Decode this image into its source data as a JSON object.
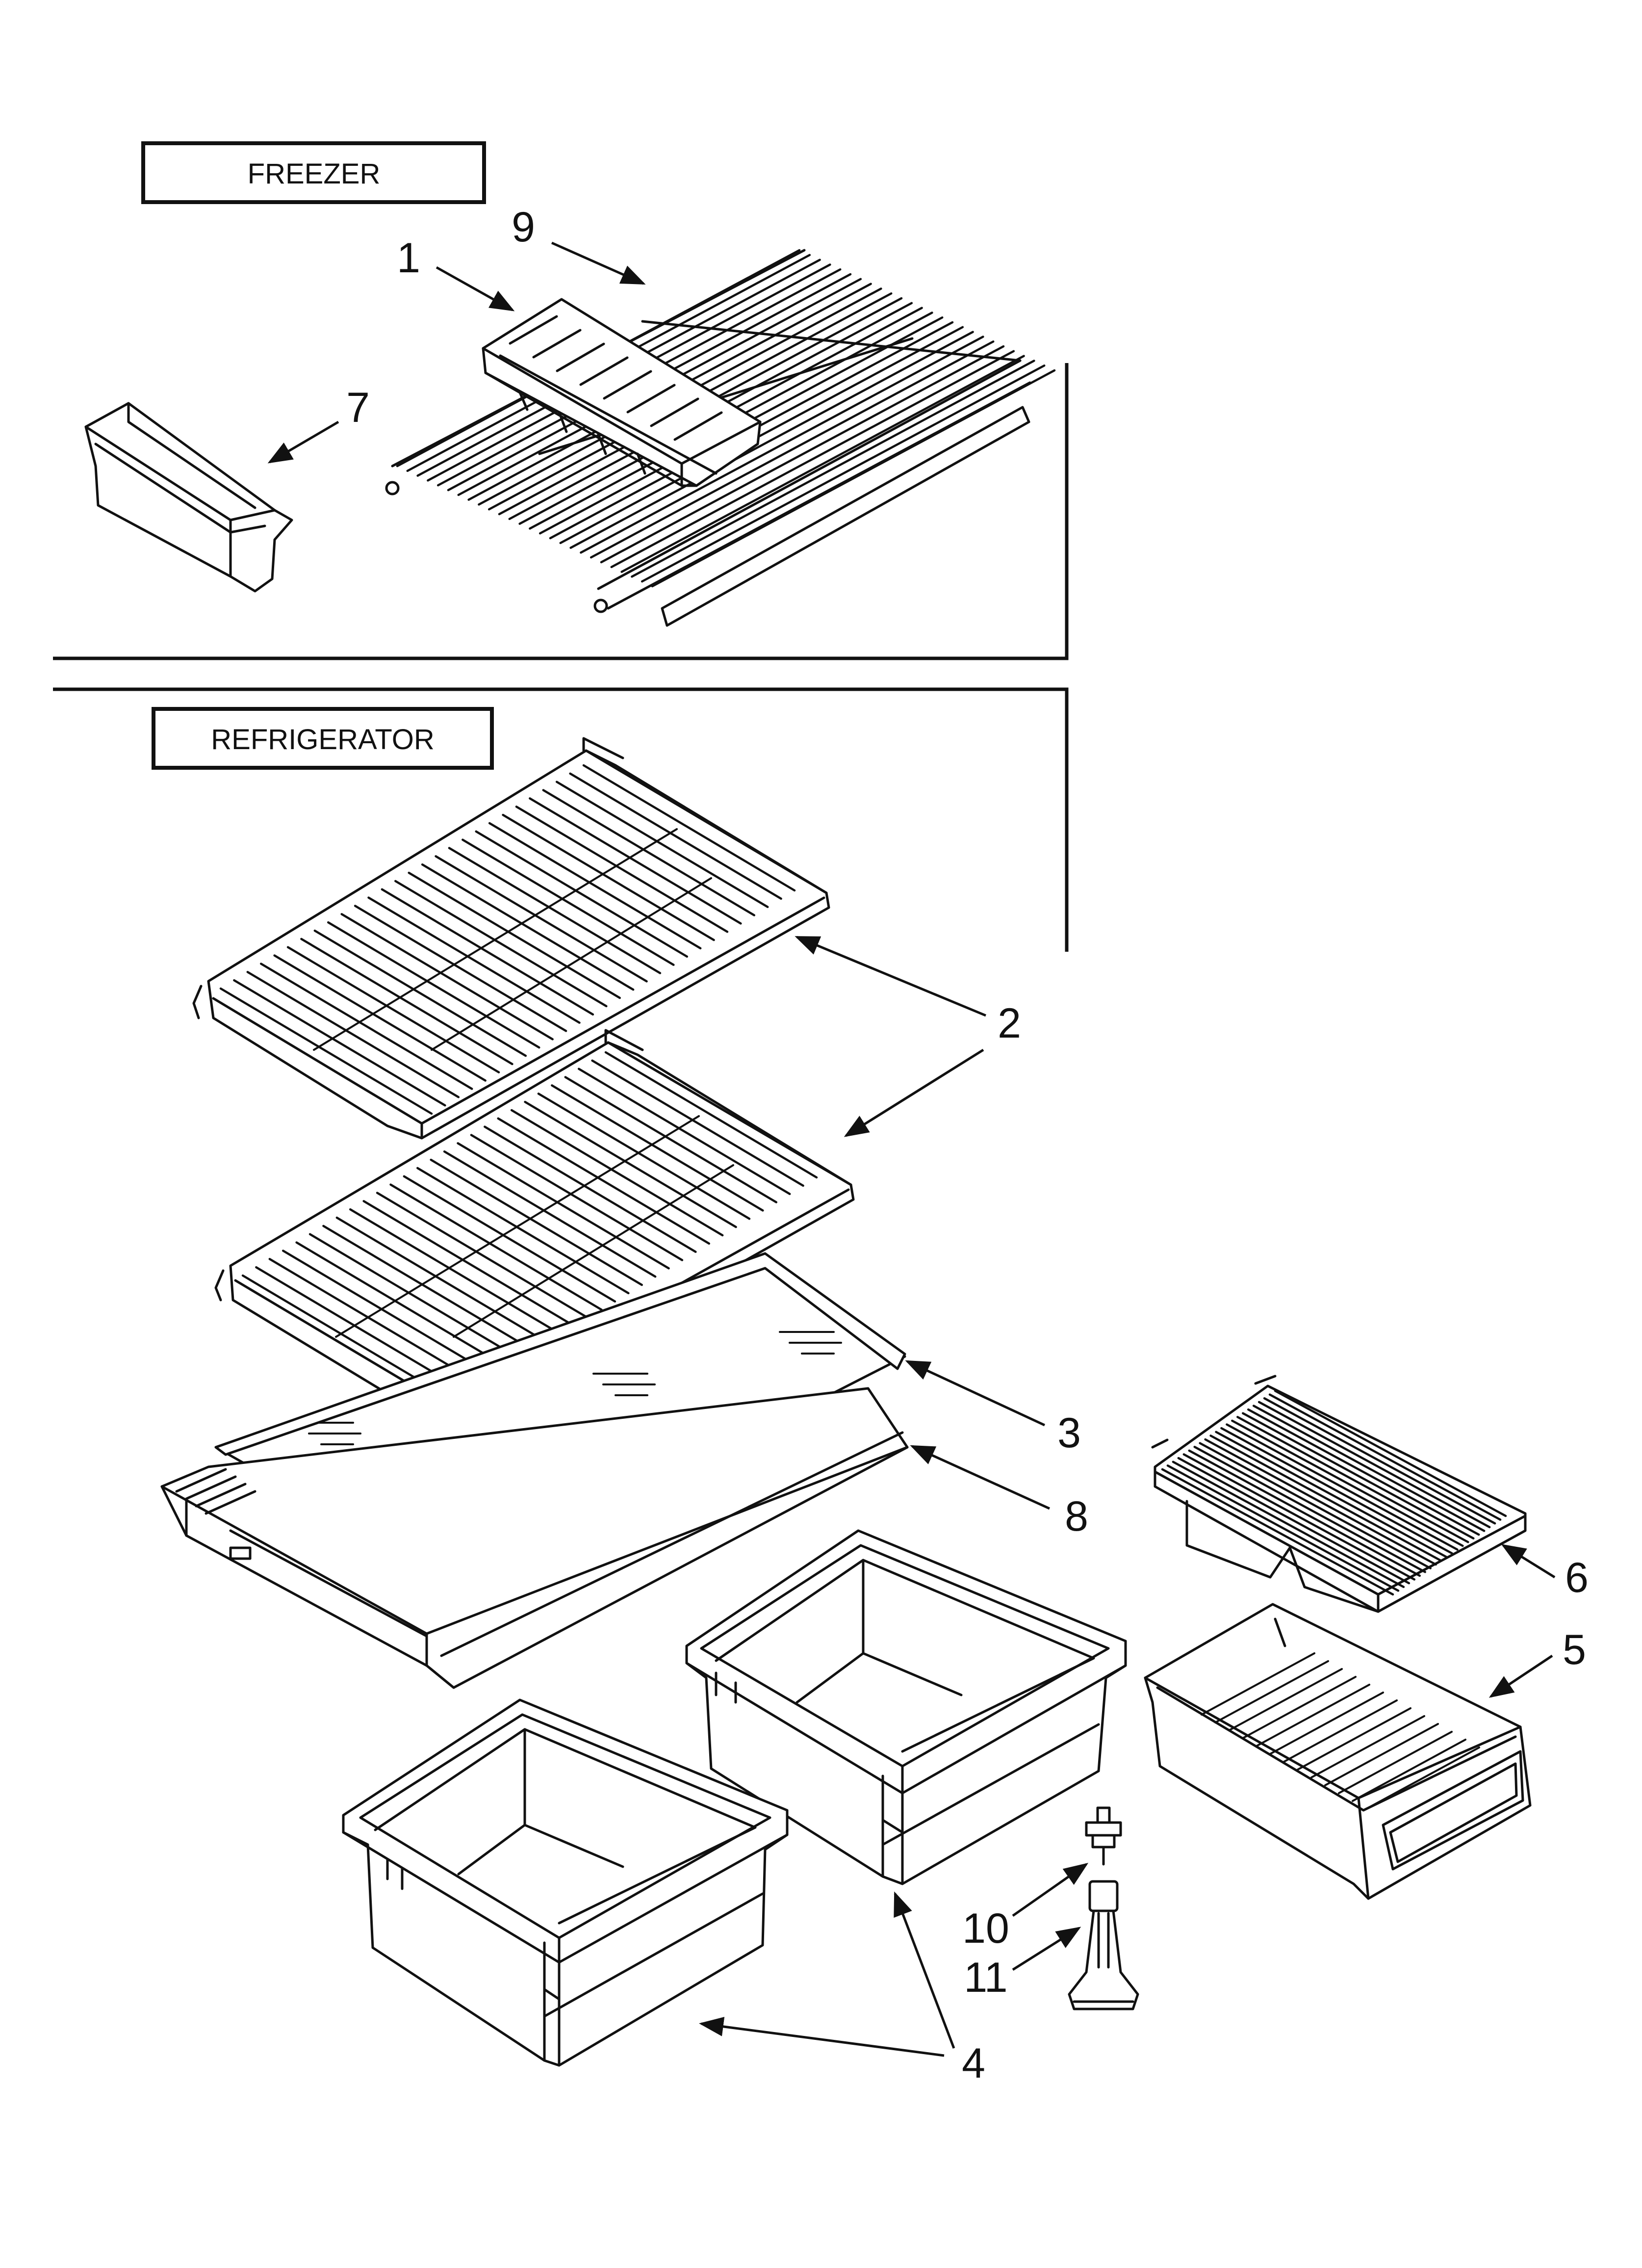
{
  "sections": {
    "freezer": "FREEZER",
    "refrigerator": "REFRIGERATOR"
  },
  "callouts": {
    "ice_tray": "1",
    "shelf": "2",
    "glass_shelf": "3",
    "crisper_drawer": "4",
    "meat_drawer": "5",
    "meat_drawer_cover": "6",
    "freezer_bin": "7",
    "crisper_cover_frame": "8",
    "freezer_shelf": "9",
    "leveling_pin": "10",
    "leveling_leg": "11"
  }
}
